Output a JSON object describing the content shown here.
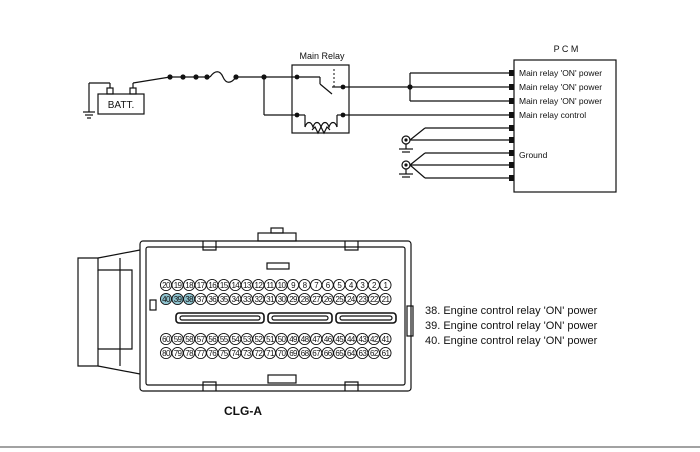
{
  "circuit": {
    "battery_label": "BATT.",
    "relay_label": "Main Relay",
    "pcm_label": "P C M",
    "pcm_pins": [
      "Main relay 'ON' power",
      "Main relay 'ON' power",
      "Main relay 'ON' power",
      "Main relay control",
      "Ground"
    ]
  },
  "connector": {
    "name": "CLG-A",
    "highlight_color": "#8fc3cf",
    "row1": [
      "20",
      "19",
      "18",
      "17",
      "16",
      "15",
      "14",
      "13",
      "12",
      "11",
      "10",
      "9",
      "8",
      "7",
      "6",
      "5",
      "4",
      "3",
      "2",
      "1"
    ],
    "row2": [
      "40",
      "39",
      "38",
      "37",
      "36",
      "35",
      "34",
      "33",
      "32",
      "31",
      "30",
      "29",
      "28",
      "27",
      "26",
      "25",
      "24",
      "23",
      "22",
      "21"
    ],
    "row3": [
      "60",
      "59",
      "58",
      "57",
      "56",
      "55",
      "54",
      "53",
      "52",
      "51",
      "50",
      "49",
      "48",
      "47",
      "46",
      "45",
      "44",
      "43",
      "42",
      "41"
    ],
    "row4": [
      "80",
      "79",
      "78",
      "77",
      "76",
      "75",
      "74",
      "73",
      "72",
      "71",
      "70",
      "69",
      "68",
      "67",
      "66",
      "65",
      "64",
      "63",
      "62",
      "61"
    ],
    "highlighted_pins": [
      "40",
      "39",
      "38"
    ]
  },
  "legend": [
    "38. Engine control relay 'ON' power",
    "39. Engine control relay 'ON' power",
    "40. Engine control relay 'ON' power"
  ]
}
